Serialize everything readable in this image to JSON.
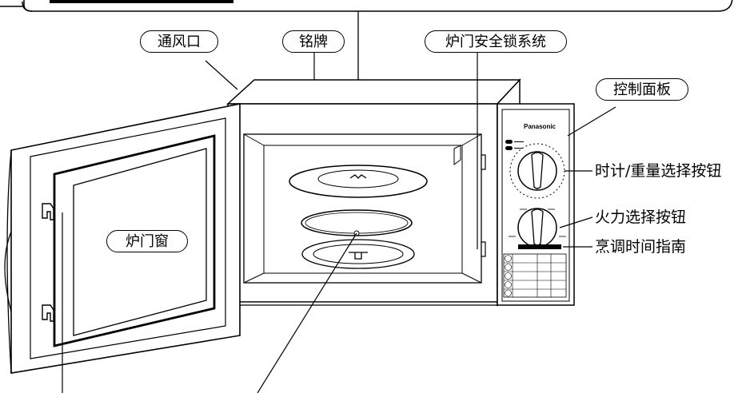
{
  "labels": {
    "vent": "通风口",
    "nameplate": "铭牌",
    "door_lock": "炉门安全锁系统",
    "control_panel": "控制面板",
    "timer_weight": "时计/重量选择按钮",
    "power_select": "火力选择按钮",
    "cooking_guide": "烹调时间指南",
    "door_window": "炉门窗"
  },
  "panel": {
    "brand": "Panasonic"
  }
}
